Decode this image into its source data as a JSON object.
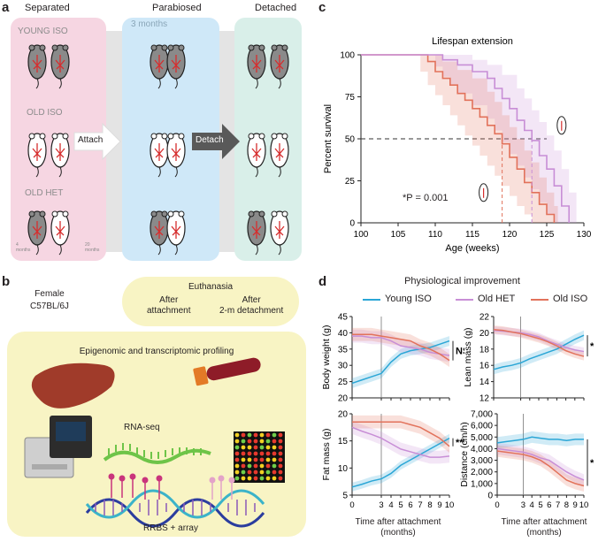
{
  "panels": {
    "a": {
      "label": "a",
      "headers": {
        "separated": "Separated",
        "parabiosed": "Parabiosed",
        "detached": "Detached"
      },
      "duration": "3 months",
      "groups": [
        "YOUNG ISO",
        "OLD ISO",
        "OLD HET"
      ],
      "age_left": "4 months",
      "age_right": "20 months",
      "attach": "Attach",
      "detach": "Detach"
    },
    "b": {
      "label": "b",
      "strain": [
        "Female",
        "C57BL/6J"
      ],
      "euthanasia": {
        "title": "Euthanasia",
        "after_attachment": [
          "After",
          "attachment"
        ],
        "after_detachment": [
          "After",
          "2-m detachment"
        ]
      },
      "profiling_title": "Epigenomic and transcriptomic profiling",
      "rnaseq": "RNA-seq",
      "rrbs": "RRBS + array"
    },
    "c": {
      "label": "c",
      "significance": "*P = 0.001"
    },
    "d": {
      "label": "d",
      "title": "Physiological improvement",
      "legend": [
        "Young ISO",
        "Old HET",
        "Old ISO"
      ],
      "xlabel": [
        "Time after attachment",
        "(months)"
      ]
    }
  },
  "colors": {
    "young_iso": "#2aa6d6",
    "old_het": "#c88ed6",
    "old_iso": "#e2725b",
    "pink_box": "#f6d6e2",
    "blue_box": "#cfe8f8",
    "mint_box": "#d9efe9",
    "yellow_box": "#f8f4c4",
    "gray_band": "#e4e4e4"
  },
  "chart_data": [
    {
      "id": "c",
      "type": "line",
      "title": "Lifespan extension",
      "xlabel": "Age (weeks)",
      "ylabel": "Percent survival",
      "xlim": [
        100,
        130
      ],
      "ylim": [
        0,
        100
      ],
      "xticks": [
        100,
        105,
        110,
        115,
        120,
        125,
        130
      ],
      "yticks": [
        0,
        25,
        50,
        75,
        100
      ],
      "reference_line": 50,
      "series": [
        {
          "name": "Old ISO",
          "color": "#e2725b",
          "steps": [
            [
              100,
              100
            ],
            [
              108,
              100
            ],
            [
              109,
              96
            ],
            [
              110,
              90
            ],
            [
              111,
              86
            ],
            [
              112,
              82
            ],
            [
              113,
              77
            ],
            [
              114,
              73
            ],
            [
              115,
              68
            ],
            [
              116,
              63
            ],
            [
              117,
              58
            ],
            [
              118,
              53
            ],
            [
              119,
              47
            ],
            [
              120,
              39
            ],
            [
              121,
              32
            ],
            [
              122,
              24
            ],
            [
              123,
              18
            ],
            [
              124,
              11
            ],
            [
              125,
              5
            ],
            [
              126,
              0
            ]
          ],
          "upper": [
            [
              100,
              100
            ],
            [
              110,
              100
            ],
            [
              111,
              96
            ],
            [
              113,
              91
            ],
            [
              115,
              86
            ],
            [
              117,
              78
            ],
            [
              118,
              72
            ],
            [
              119,
              64
            ],
            [
              120,
              57
            ],
            [
              121,
              50
            ],
            [
              122,
              43
            ],
            [
              123,
              36
            ],
            [
              124,
              27
            ],
            [
              125,
              18
            ],
            [
              126,
              10
            ],
            [
              126.5,
              0
            ]
          ],
          "lower": [
            [
              100,
              100
            ],
            [
              107,
              100
            ],
            [
              108,
              90
            ],
            [
              109,
              82
            ],
            [
              110,
              76
            ],
            [
              111,
              70
            ],
            [
              112,
              64
            ],
            [
              113,
              58
            ],
            [
              114,
              52
            ],
            [
              115,
              46
            ],
            [
              116,
              40
            ],
            [
              117,
              34
            ],
            [
              118,
              28
            ],
            [
              119,
              22
            ],
            [
              120,
              16
            ],
            [
              121,
              10
            ],
            [
              122,
              5
            ],
            [
              123,
              0
            ]
          ]
        },
        {
          "name": "Old HET",
          "color": "#c88ed6",
          "steps": [
            [
              100,
              100
            ],
            [
              110,
              100
            ],
            [
              111,
              97
            ],
            [
              113,
              94
            ],
            [
              115,
              90
            ],
            [
              117,
              86
            ],
            [
              118,
              80
            ],
            [
              119,
              74
            ],
            [
              120,
              68
            ],
            [
              121,
              61
            ],
            [
              122,
              55
            ],
            [
              123,
              49
            ],
            [
              124,
              40
            ],
            [
              125,
              32
            ],
            [
              126,
              22
            ],
            [
              127,
              10
            ],
            [
              128,
              0
            ]
          ],
          "upper": [
            [
              100,
              100
            ],
            [
              113,
              100
            ],
            [
              115,
              97
            ],
            [
              117,
              94
            ],
            [
              119,
              88
            ],
            [
              121,
              80
            ],
            [
              122,
              74
            ],
            [
              123,
              67
            ],
            [
              124,
              60
            ],
            [
              125,
              52
            ],
            [
              126,
              43
            ],
            [
              127,
              32
            ],
            [
              128,
              18
            ],
            [
              129,
              0
            ]
          ],
          "lower": [
            [
              100,
              100
            ],
            [
              109,
              100
            ],
            [
              110,
              93
            ],
            [
              111,
              87
            ],
            [
              112,
              82
            ],
            [
              113,
              77
            ],
            [
              115,
              70
            ],
            [
              117,
              62
            ],
            [
              118,
              55
            ],
            [
              119,
              48
            ],
            [
              120,
              41
            ],
            [
              121,
              34
            ],
            [
              122,
              27
            ],
            [
              123,
              20
            ],
            [
              124,
              12
            ],
            [
              125,
              5
            ],
            [
              126,
              0
            ]
          ]
        }
      ]
    },
    {
      "id": "d-body",
      "type": "line",
      "ylabel": "Body weight (g)",
      "ylim": [
        20,
        45
      ],
      "yticks": [
        20,
        25,
        30,
        35,
        40,
        45
      ],
      "xticks": [
        0,
        3,
        4,
        5,
        6,
        7,
        8,
        9,
        10
      ],
      "significance": "NS",
      "series": [
        {
          "name": "Young ISO",
          "x": [
            0,
            1,
            2,
            3,
            4,
            5,
            6,
            7,
            8,
            9,
            10
          ],
          "y": [
            24.5,
            25.5,
            26.5,
            27.5,
            31,
            33.5,
            34.5,
            35,
            35.5,
            36.5,
            37.5
          ],
          "band": 1.5
        },
        {
          "name": "Old HET",
          "x": [
            0,
            1,
            2,
            3,
            4,
            5,
            6,
            7,
            8,
            9,
            10
          ],
          "y": [
            39,
            39,
            38.5,
            38.5,
            37.5,
            36,
            35.5,
            35,
            34,
            33.5,
            33
          ],
          "band": 2
        },
        {
          "name": "Old ISO",
          "x": [
            0,
            1,
            2,
            3,
            4,
            5,
            6,
            7,
            8,
            9,
            10
          ],
          "y": [
            39.5,
            39.5,
            39.5,
            39,
            38.5,
            38,
            37.5,
            36,
            35,
            33.5,
            31.5
          ],
          "band": 2
        }
      ]
    },
    {
      "id": "d-lean",
      "type": "line",
      "ylabel": "Lean mass (g)",
      "ylim": [
        12,
        22
      ],
      "yticks": [
        12,
        14,
        16,
        18,
        20,
        22
      ],
      "xticks": [
        0,
        3,
        4,
        5,
        6,
        7,
        8,
        9,
        10
      ],
      "significance": "*",
      "series": [
        {
          "name": "Young ISO",
          "x": [
            0,
            1,
            2,
            3,
            4,
            5,
            6,
            7,
            8,
            9,
            10
          ],
          "y": [
            15.5,
            15.8,
            16,
            16.3,
            16.8,
            17.2,
            17.6,
            18,
            18.6,
            19.2,
            19.7
          ],
          "band": 0.6
        },
        {
          "name": "Old HET",
          "x": [
            0,
            1,
            2,
            3,
            4,
            5,
            6,
            7,
            8,
            9,
            10
          ],
          "y": [
            20.3,
            20.2,
            20.1,
            20,
            19.8,
            19.5,
            19,
            18.6,
            18.2,
            17.9,
            17.7
          ],
          "band": 0.5
        },
        {
          "name": "Old ISO",
          "x": [
            0,
            1,
            2,
            3,
            4,
            5,
            6,
            7,
            8,
            9,
            10
          ],
          "y": [
            20.4,
            20.3,
            20.1,
            19.9,
            19.6,
            19.3,
            18.9,
            18.4,
            17.8,
            17.4,
            17.1
          ],
          "band": 0.5
        }
      ]
    },
    {
      "id": "d-fat",
      "type": "line",
      "ylabel": "Fat mass (g)",
      "ylim": [
        5,
        20
      ],
      "yticks": [
        5,
        10,
        15,
        20
      ],
      "xticks": [
        0,
        3,
        4,
        5,
        6,
        7,
        8,
        9,
        10
      ],
      "significance": "***",
      "series": [
        {
          "name": "Young ISO",
          "x": [
            0,
            1,
            2,
            3,
            4,
            5,
            6,
            7,
            8,
            9,
            10
          ],
          "y": [
            6.5,
            7,
            7.6,
            8,
            9,
            10.5,
            11.5,
            12.5,
            13.5,
            14.5,
            15.5
          ],
          "band": 0.8
        },
        {
          "name": "Old HET",
          "x": [
            0,
            1,
            2,
            3,
            4,
            5,
            6,
            7,
            8,
            9,
            10
          ],
          "y": [
            17.5,
            16.8,
            16.2,
            15.5,
            14.5,
            13.5,
            13,
            12.5,
            12,
            12,
            12.2
          ],
          "band": 1.2
        },
        {
          "name": "Old ISO",
          "x": [
            0,
            1,
            2,
            3,
            4,
            5,
            6,
            7,
            8,
            9,
            10
          ],
          "y": [
            18.5,
            18.5,
            18.5,
            18.5,
            18.5,
            18.5,
            18,
            17.5,
            16.5,
            15.5,
            14
          ],
          "band": 1.2
        }
      ]
    },
    {
      "id": "d-distance",
      "type": "line",
      "ylabel": "Distance (cm/h)",
      "ylim": [
        0,
        7000
      ],
      "yticks": [
        0,
        1000,
        2000,
        3000,
        4000,
        5000,
        6000,
        7000
      ],
      "ytick_labels": [
        "0",
        "1,000",
        "2,000",
        "3,000",
        "4,000",
        "5,000",
        "6,000",
        "7,000"
      ],
      "xticks": [
        0,
        3,
        4,
        5,
        6,
        7,
        8,
        9,
        10
      ],
      "significance": "*",
      "series": [
        {
          "name": "Young ISO",
          "x": [
            0,
            1,
            2,
            3,
            4,
            5,
            6,
            7,
            8,
            9,
            10
          ],
          "y": [
            4500,
            4600,
            4700,
            4800,
            5000,
            4900,
            4800,
            4800,
            4700,
            4800,
            4800
          ],
          "band": 500
        },
        {
          "name": "Old HET",
          "x": [
            0,
            1,
            2,
            3,
            4,
            5,
            6,
            7,
            8,
            9,
            10
          ],
          "y": [
            4000,
            3900,
            3800,
            3700,
            3500,
            3200,
            3000,
            2500,
            2000,
            1600,
            1300
          ],
          "band": 500
        },
        {
          "name": "Old ISO",
          "x": [
            0,
            1,
            2,
            3,
            4,
            5,
            6,
            7,
            8,
            9,
            10
          ],
          "y": [
            3800,
            3700,
            3600,
            3500,
            3300,
            3000,
            2500,
            1900,
            1300,
            1000,
            800
          ],
          "band": 500
        }
      ]
    }
  ]
}
